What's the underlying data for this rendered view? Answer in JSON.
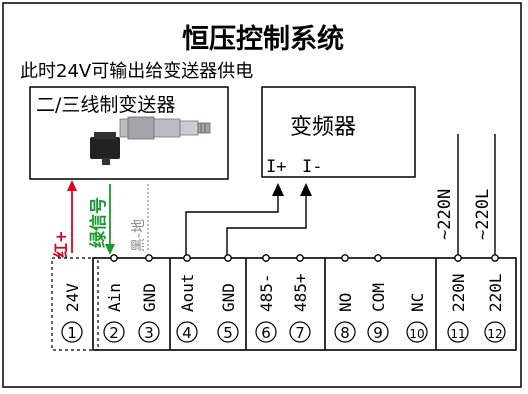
{
  "title": "恒压控制系统",
  "subtitle": "此时24V可输出给变送器供电",
  "transmitter_box": {
    "label": "二/三线制变送器"
  },
  "inverter_box": {
    "label": "变频器",
    "pin_pos": "I+",
    "pin_neg": "I-"
  },
  "wire_labels": {
    "red": "红+",
    "green": "绿信号",
    "black": "黑-地"
  },
  "mains_labels": {
    "n": "~220N",
    "l": "~220L"
  },
  "terminals": [
    {
      "label": "24V",
      "number": "1"
    },
    {
      "label": "Ain",
      "number": "2"
    },
    {
      "label": "GND",
      "number": "3"
    },
    {
      "label": "Aout",
      "number": "4"
    },
    {
      "label": "GND",
      "number": "5"
    },
    {
      "label": "485-",
      "number": "6"
    },
    {
      "label": "485+",
      "number": "7"
    },
    {
      "label": "NO",
      "number": "8"
    },
    {
      "label": "COM",
      "number": "9"
    },
    {
      "label": "NC",
      "number": "10"
    },
    {
      "label": "220N",
      "number": "11"
    },
    {
      "label": "220L",
      "number": "12"
    }
  ],
  "colors": {
    "red": "#e0001b",
    "green": "#1a9a2e",
    "gray": "#8a8a8a",
    "line": "#000000"
  }
}
